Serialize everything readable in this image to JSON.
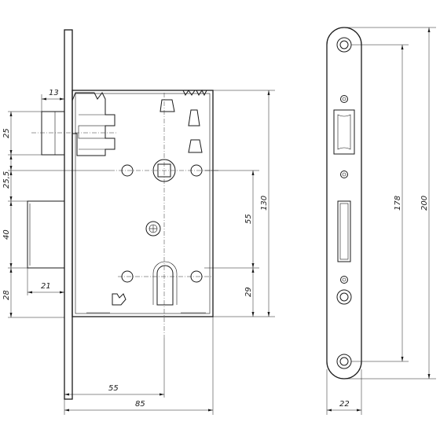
{
  "dimensions": {
    "d13": "13",
    "d25": "25",
    "d25_5": "25,5",
    "d40": "40",
    "d28": "28",
    "d21": "21",
    "d130": "130",
    "d55_vertical": "55",
    "d29": "29",
    "d55_horizontal": "55",
    "d85": "85",
    "d178": "178",
    "d200": "200",
    "d22": "22"
  }
}
